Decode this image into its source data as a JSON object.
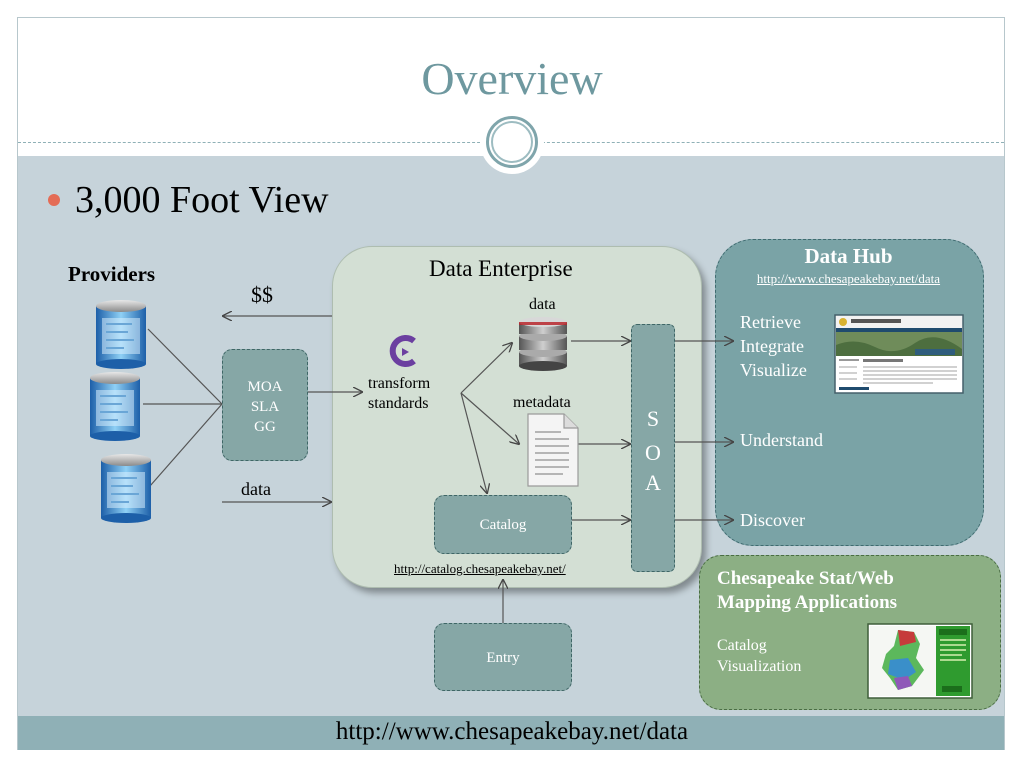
{
  "slide": {
    "title": "Overview",
    "bullet": "3,000 Foot View",
    "footer_url": "http://www.chesapeakebay.net/data"
  },
  "providers": {
    "label": "Providers",
    "money_label": "$$",
    "data_label": "data"
  },
  "agreements_box": {
    "lines": [
      "MOA",
      "SLA",
      "GG"
    ]
  },
  "enterprise": {
    "title": "Data Enterprise",
    "transform_label": "transform\nstandards",
    "data_label": "data",
    "metadata_label": "metadata",
    "catalog_box": "Catalog",
    "catalog_url": "http://catalog.chesapeakebay.net/"
  },
  "soa": {
    "letters": [
      "S",
      "O",
      "A"
    ]
  },
  "entry_box": "Entry",
  "data_hub": {
    "title": "Data Hub",
    "url": "http://www.chesapeakebay.net/data",
    "actions_top": [
      "Retrieve",
      "Integrate",
      "Visualize"
    ],
    "action_understand": "Understand",
    "action_discover": "Discover"
  },
  "stat_apps": {
    "title": "Chesapeake Stat/Web\nMapping Applications",
    "items": [
      "Catalog",
      "Visualization"
    ]
  },
  "colors": {
    "accent": "#6e989f",
    "bullet": "#e46c56",
    "box_teal": "#86a7a6",
    "hub": "#7aa3a6",
    "stat_green": "#8caf84",
    "enterprise_bg": "#d3dfd4",
    "content_bg": "#c6d3da"
  },
  "icons": {
    "provider": "database-cylinder-icon",
    "enterprise_data": "database-stack-icon",
    "metadata": "document-icon",
    "transform": "transform-logo-icon"
  }
}
